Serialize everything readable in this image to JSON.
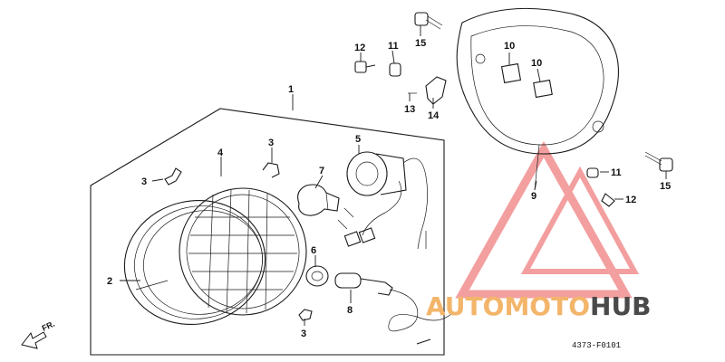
{
  "diagram": {
    "catalog_code": "4373-F0101",
    "direction_label": "FR.",
    "callouts": [
      {
        "id": "c1",
        "label": "1"
      },
      {
        "id": "c2",
        "label": "2"
      },
      {
        "id": "c3a",
        "label": "3"
      },
      {
        "id": "c3b",
        "label": "3"
      },
      {
        "id": "c3c",
        "label": "3"
      },
      {
        "id": "c4",
        "label": "4"
      },
      {
        "id": "c5",
        "label": "5"
      },
      {
        "id": "c6",
        "label": "6"
      },
      {
        "id": "c7",
        "label": "7"
      },
      {
        "id": "c8",
        "label": "8"
      },
      {
        "id": "c9",
        "label": "9"
      },
      {
        "id": "c10a",
        "label": "10"
      },
      {
        "id": "c10b",
        "label": "10"
      },
      {
        "id": "c11a",
        "label": "11"
      },
      {
        "id": "c11b",
        "label": "11"
      },
      {
        "id": "c12a",
        "label": "12"
      },
      {
        "id": "c12b",
        "label": "12"
      },
      {
        "id": "c13",
        "label": "13"
      },
      {
        "id": "c14",
        "label": "14"
      },
      {
        "id": "c15a",
        "label": "15"
      },
      {
        "id": "c15b",
        "label": "15"
      }
    ]
  },
  "watermark": {
    "part1": "AUTOMOTO",
    "part2": "HUB",
    "color_primary": "#f3b56a",
    "color_secondary": "#4a4a4a",
    "logo_color": "#f08080"
  }
}
